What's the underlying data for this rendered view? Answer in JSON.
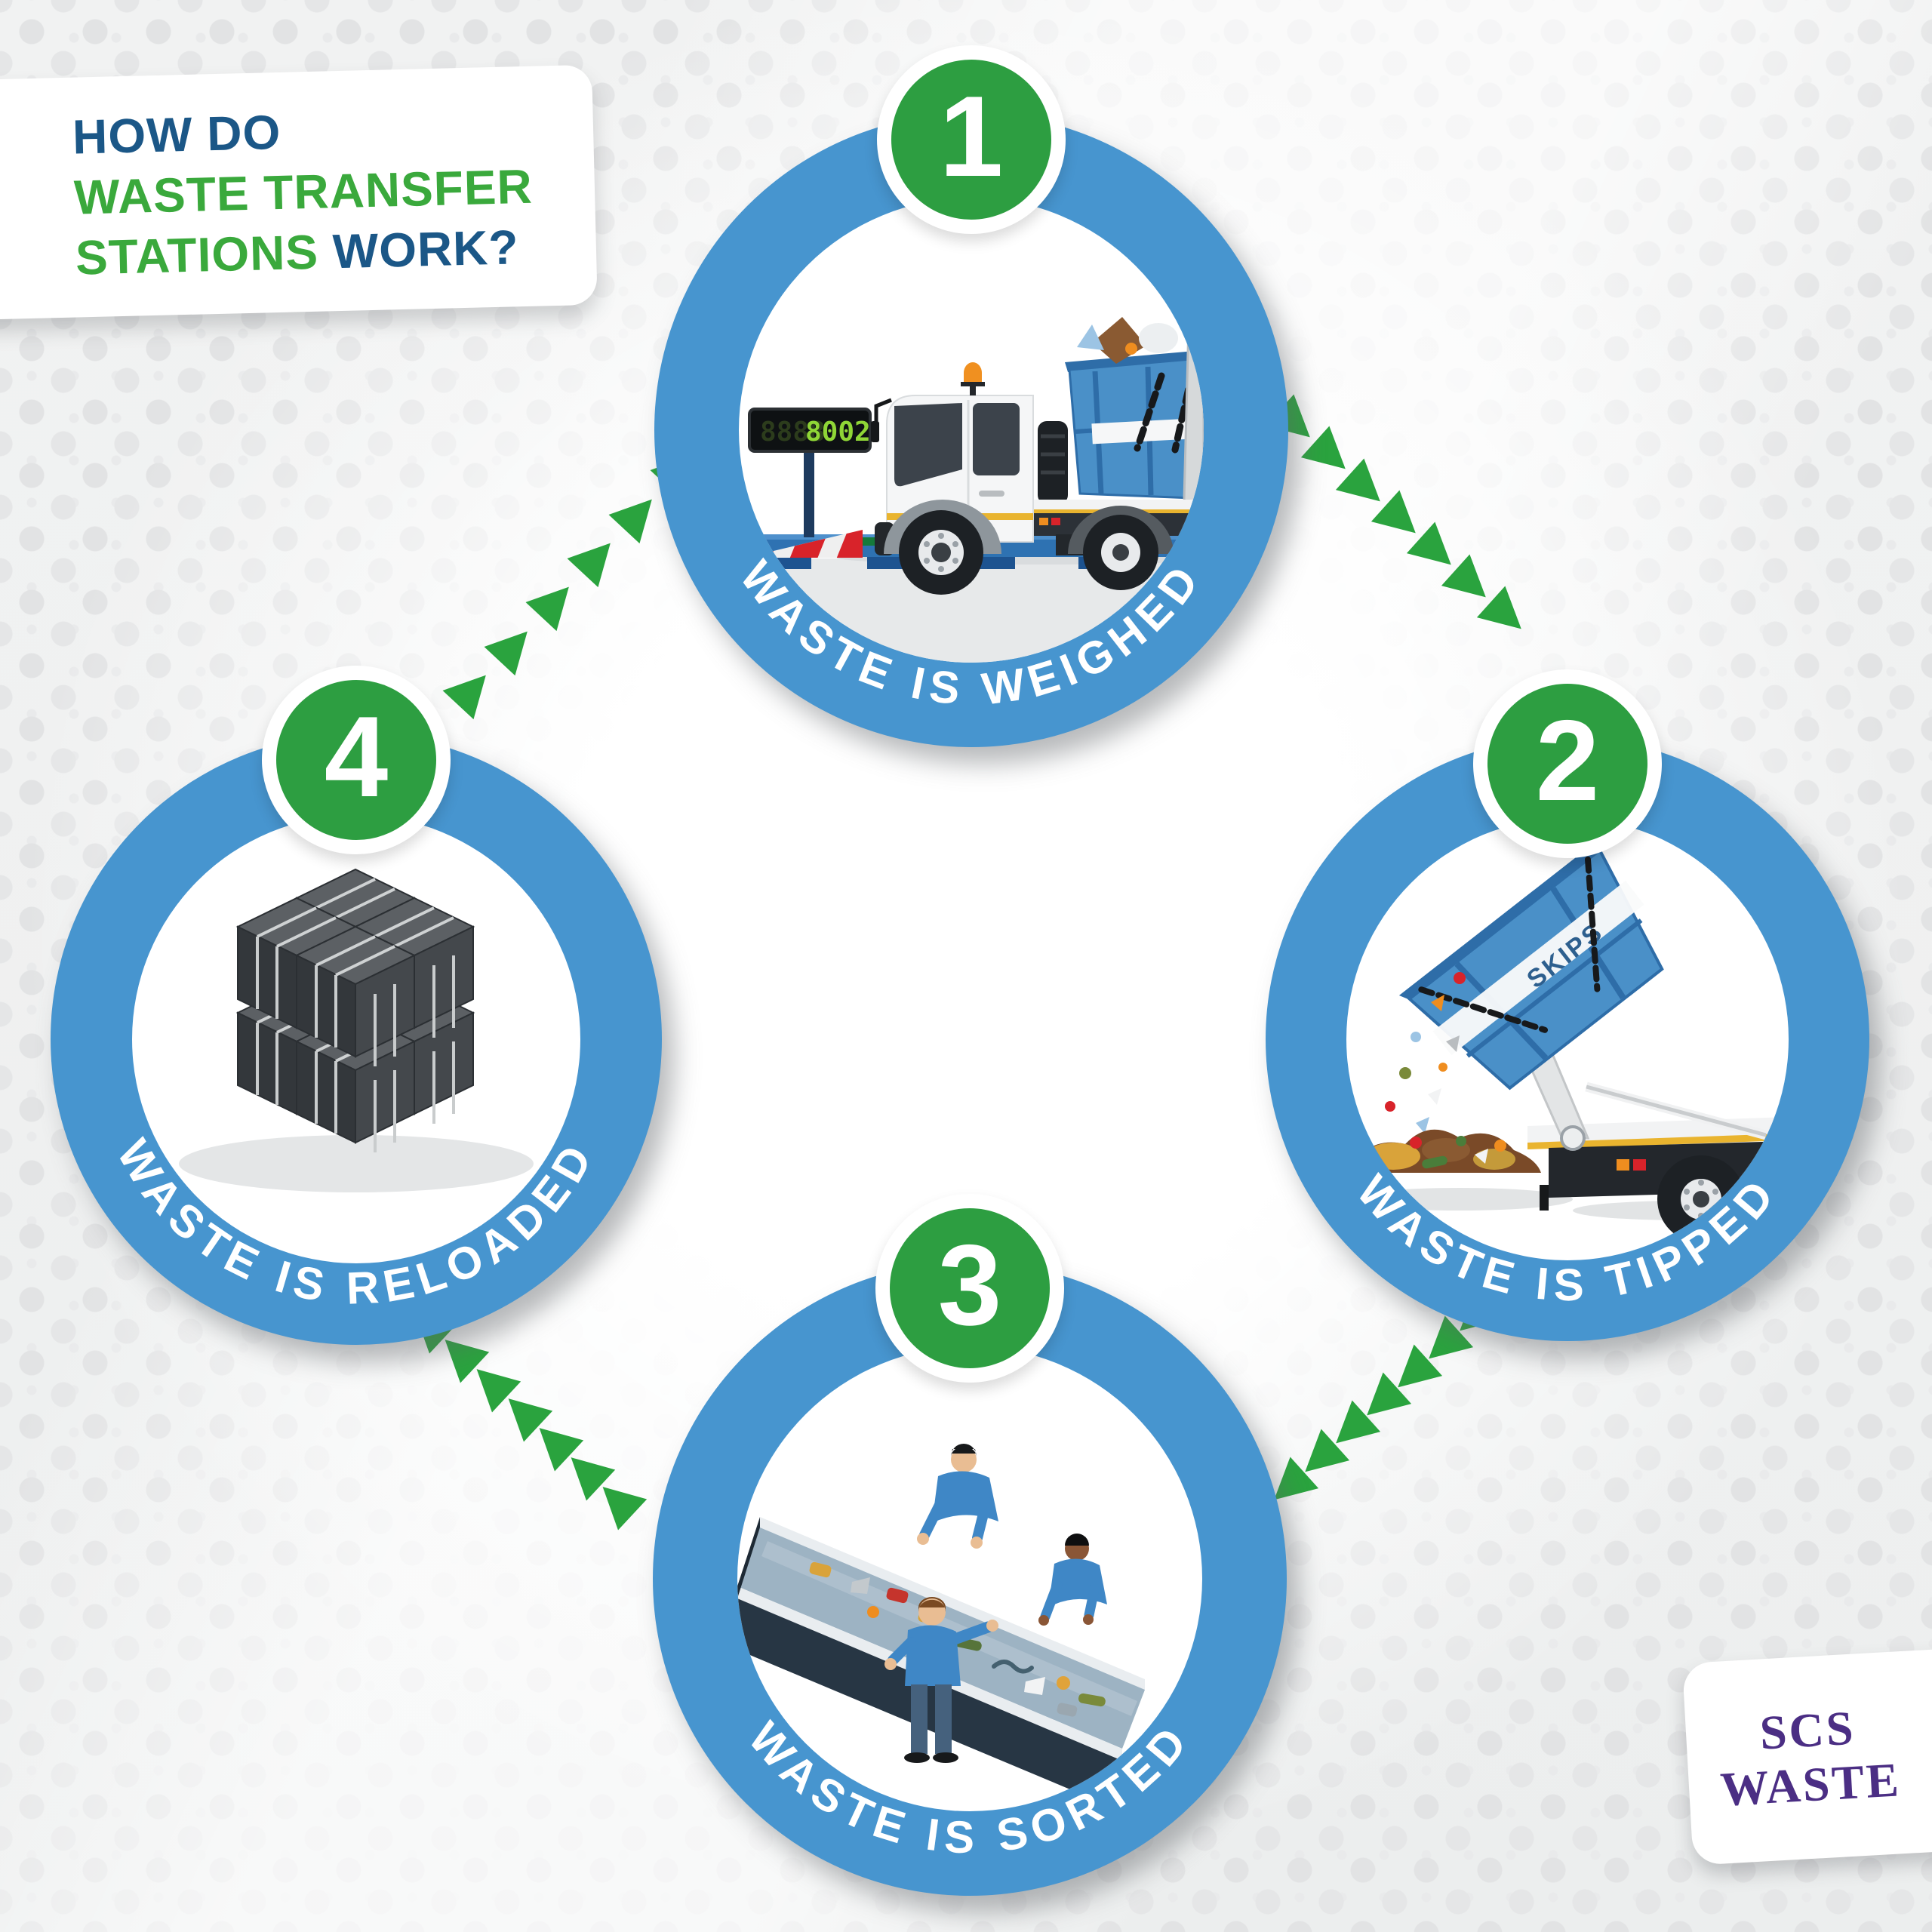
{
  "title_card": {
    "line1": "HOW DO",
    "line2": "WASTE TRANSFER",
    "line3_green": "STATIONS",
    "line3_blue": "WORK?"
  },
  "steps": [
    {
      "number": "1",
      "label": "WASTE IS WEIGHED",
      "illustration": "skip-truck-on-weighbridge"
    },
    {
      "number": "2",
      "label": "WASTE IS TIPPED",
      "illustration": "skip-tipping-waste-pile"
    },
    {
      "number": "3",
      "label": "WASTE IS SORTED",
      "illustration": "workers-sorting-conveyor"
    },
    {
      "number": "4",
      "label": "WASTE IS RELOADED",
      "illustration": "baled-waste-stack"
    }
  ],
  "logo_card": {
    "line1": "SCS",
    "line2": "WASTE"
  },
  "weighbridge": {
    "display_ghost": "8888",
    "display_value": "8002"
  },
  "skip_label": "SKIPS",
  "colors": {
    "ring_blue": "#4795cf",
    "badge_green": "#2d9e41",
    "arrow_green": "#2aa33e",
    "title_blue": "#1b5787",
    "title_green": "#3aa93c",
    "logo_purple": "#4b2e84",
    "skip_blue": "#4a90c8",
    "led_green": "#8fd636"
  }
}
